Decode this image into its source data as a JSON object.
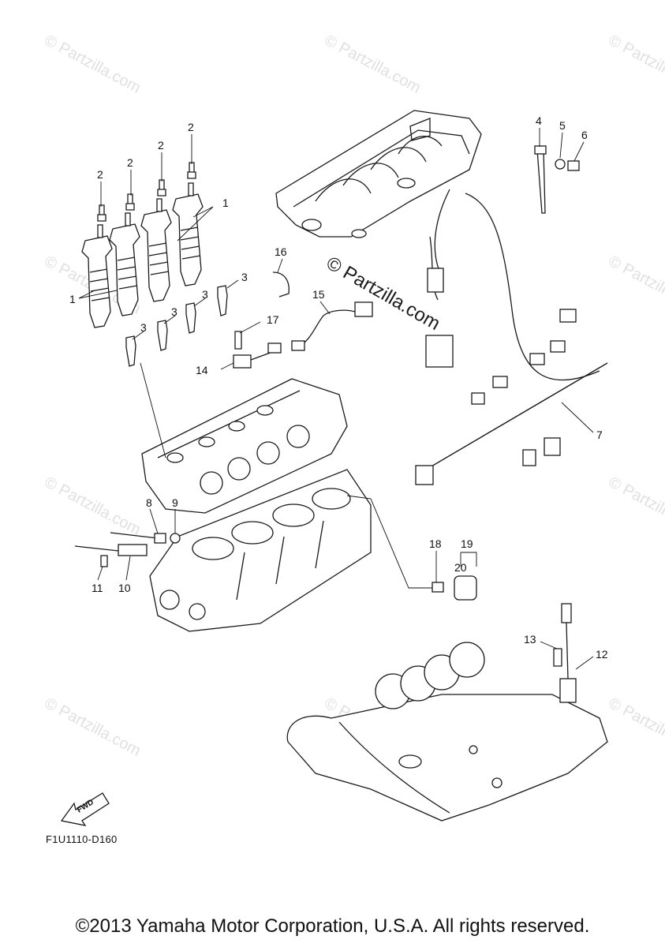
{
  "callouts": {
    "c1a": "1",
    "c1b": "1",
    "c2a": "2",
    "c2b": "2",
    "c2c": "2",
    "c2d": "2",
    "c3a": "3",
    "c3b": "3",
    "c3c": "3",
    "c3d": "3",
    "c4": "4",
    "c5": "5",
    "c6": "6",
    "c7": "7",
    "c8": "8",
    "c9": "9",
    "c10": "10",
    "c11": "11",
    "c12": "12",
    "c13": "13",
    "c14": "14",
    "c15": "15",
    "c16": "16",
    "c17": "17",
    "c18": "18",
    "c19": "19",
    "c20": "20"
  },
  "fwd_label": "FWD",
  "diagram_code": "F1U1110-D160",
  "watermark_center": "© Partzilla.com",
  "watermark_tile": "© Partzilla.com",
  "copyright": "©2013 Yamaha Motor Corporation, U.S.A. All rights reserved."
}
